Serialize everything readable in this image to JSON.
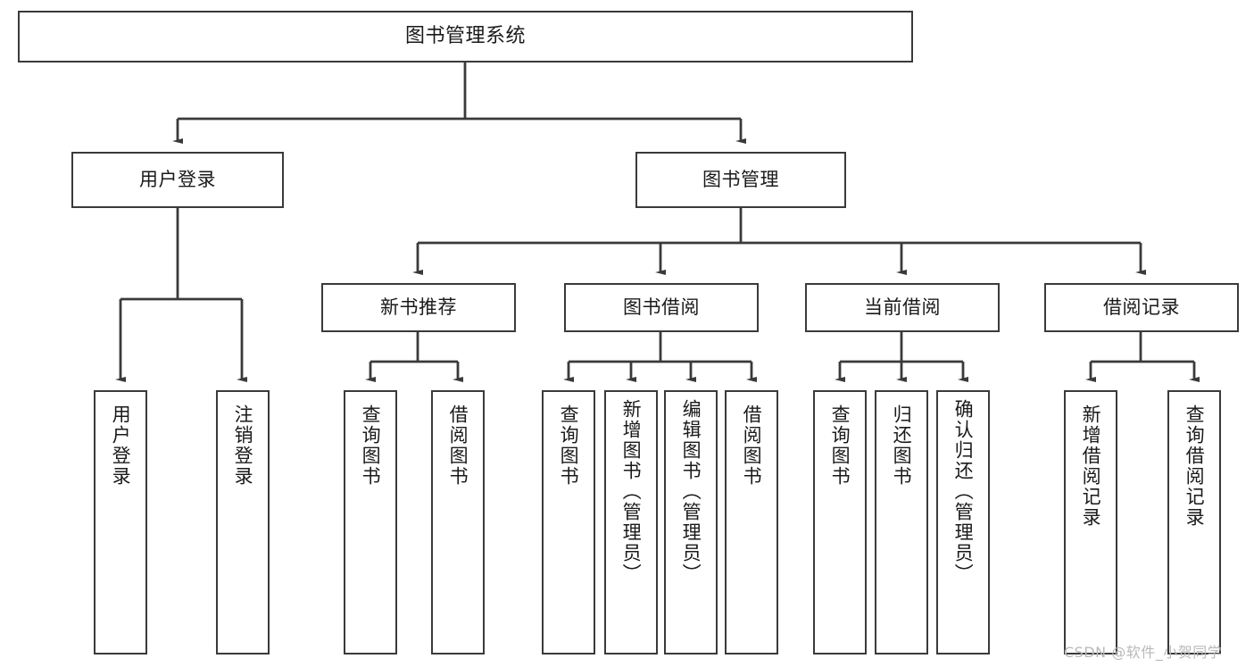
{
  "diagram": {
    "type": "tree-hierarchy",
    "title": "图书管理系统",
    "watermark": "CSDN @软件_小贺同学",
    "colors": {
      "box_border": "#3a3a3a",
      "box_fill": "#ffffff",
      "connector": "#3a3a3a",
      "text": "#1a1a1a",
      "watermark": "#b9b9b9",
      "background": "#ffffff"
    },
    "nodes": {
      "root": {
        "label": "图书管理系统"
      },
      "level2": [
        {
          "label": "用户登录"
        },
        {
          "label": "图书管理"
        }
      ],
      "level3": [
        {
          "label": "新书推荐"
        },
        {
          "label": "图书借阅"
        },
        {
          "label": "当前借阅"
        },
        {
          "label": "借阅记录"
        }
      ],
      "leaves": {
        "user_login": [
          {
            "label": "用户登录"
          },
          {
            "label": "注销登录"
          }
        ],
        "new_book_recommend": [
          {
            "label": "查询图书"
          },
          {
            "label": "借阅图书"
          }
        ],
        "book_borrow": [
          {
            "label": "查询图书"
          },
          {
            "label": "新增图书（管理员）"
          },
          {
            "label": "编辑图书（管理员）"
          },
          {
            "label": "借阅图书"
          }
        ],
        "current_borrow": [
          {
            "label": "查询图书"
          },
          {
            "label": "归还图书"
          },
          {
            "label": "确认归还（管理员）"
          }
        ],
        "borrow_record": [
          {
            "label": "新增借阅记录"
          },
          {
            "label": "查询借阅记录"
          }
        ]
      }
    }
  }
}
